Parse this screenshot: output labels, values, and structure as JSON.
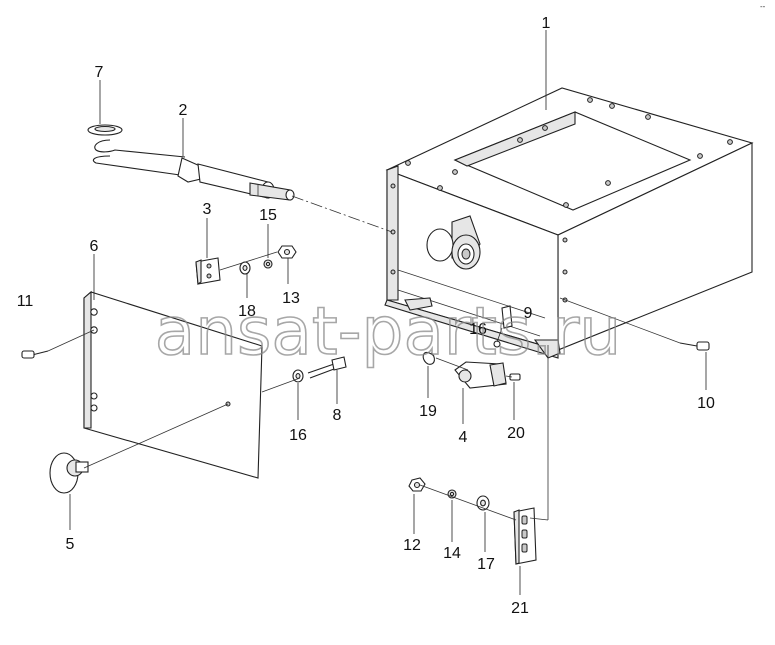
{
  "watermark": "ansat-parts.ru",
  "corner_mark": "--",
  "labels": {
    "l1": "1",
    "l2": "2",
    "l3": "3",
    "l4": "4",
    "l5": "5",
    "l6": "6",
    "l7": "7",
    "l8": "8",
    "l9": "9",
    "l10": "10",
    "l11": "11",
    "l12": "12",
    "l13": "13",
    "l14": "14",
    "l15": "15",
    "l16a": "16",
    "l16b": "16",
    "l17": "17",
    "l18": "18",
    "l19": "19",
    "l20": "20",
    "l21": "21"
  }
}
